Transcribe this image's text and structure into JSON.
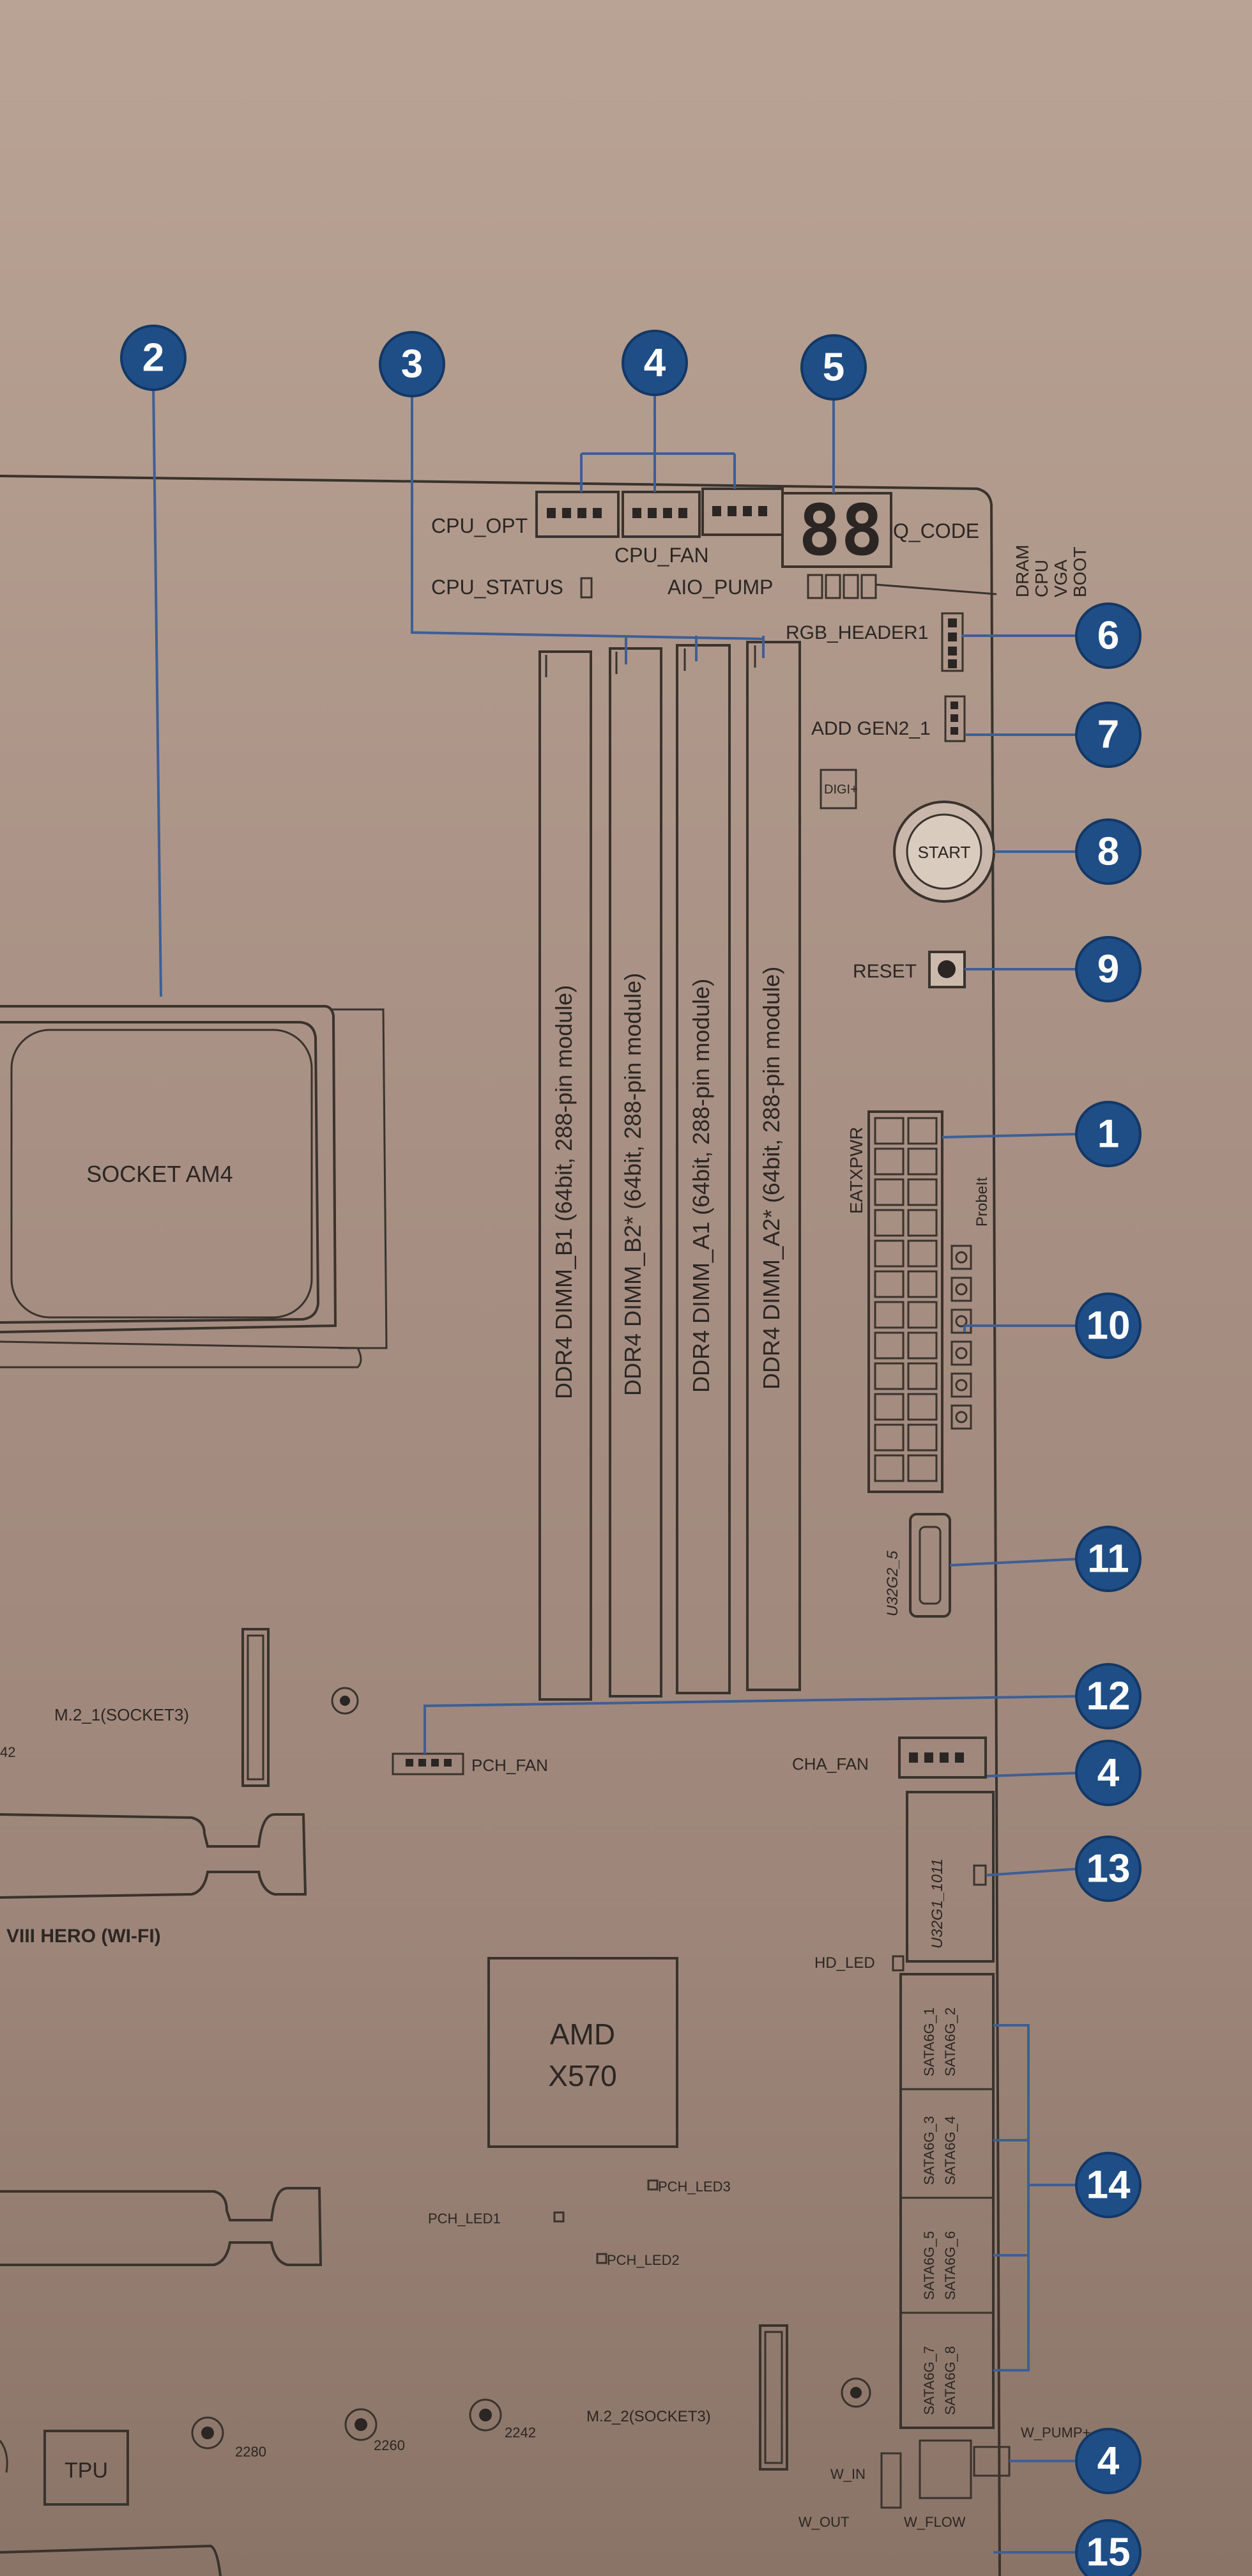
{
  "board": {
    "socket": "SOCKET AM4",
    "chipset_line1": "AMD",
    "chipset_line2": "X570",
    "model_fragment": "VIII HERO (WI-FI)",
    "tpu": "TPU",
    "fragment_42": "42"
  },
  "dimm_slots": [
    "DDR4 DIMM_B1 (64bit, 288-pin module)",
    "DDR4 DIMM_B2* (64bit, 288-pin module)",
    "DDR4 DIMM_A1 (64bit, 288-pin module)",
    "DDR4 DIMM_A2* (64bit, 288-pin module)"
  ],
  "header_labels": {
    "cpu_opt": "CPU_OPT",
    "cpu_fan": "CPU_FAN",
    "aio_pump": "AIO_PUMP",
    "cpu_status": "CPU_STATUS",
    "q_code": "Q_CODE",
    "rgb_header": "RGB_HEADER1",
    "add_gen2": "ADD GEN2_1",
    "digi": "DIGI+",
    "start": "START",
    "reset": "RESET",
    "eatxpwr": "EATXPWR",
    "probeit": "ProbeIt",
    "u32g2_5": "U32G2_5",
    "m2_1": "M.2_1(SOCKET3)",
    "pch_fan": "PCH_FAN",
    "cha_fan": "CHA_FAN",
    "u32g1_1011": "U32G1_1011",
    "hd_led": "HD_LED",
    "pch_led1": "PCH_LED1",
    "pch_led2": "PCH_LED2",
    "pch_led3": "PCH_LED3",
    "m2_2": "M.2_2(SOCKET3)",
    "w_pump": "W_PUMP+",
    "w_in": "W_IN",
    "w_out": "W_OUT",
    "w_flow": "W_FLOW",
    "size_2280a": "2280",
    "size_2260": "2260",
    "size_2242": "2242"
  },
  "led_labels": [
    "DRAM",
    "CPU",
    "VGA",
    "BOOT"
  ],
  "sata_labels": [
    [
      "SATA6G_1",
      "SATA6G_2"
    ],
    [
      "SATA6G_3",
      "SATA6G_4"
    ],
    [
      "SATA6G_5",
      "SATA6G_6"
    ],
    [
      "SATA6G_7",
      "SATA6G_8"
    ]
  ],
  "callouts": {
    "c2": "2",
    "c3": "3",
    "c4a": "4",
    "c5": "5",
    "c6": "6",
    "c7": "7",
    "c8": "8",
    "c9": "9",
    "c1": "1",
    "c10": "10",
    "c11": "11",
    "c12": "12",
    "c4b": "4",
    "c13": "13",
    "c14": "14",
    "c4c": "4",
    "c15": "15"
  },
  "colors": {
    "background": "#a99285",
    "callout_fill": "#1f4e86",
    "line": "#3a322d"
  }
}
